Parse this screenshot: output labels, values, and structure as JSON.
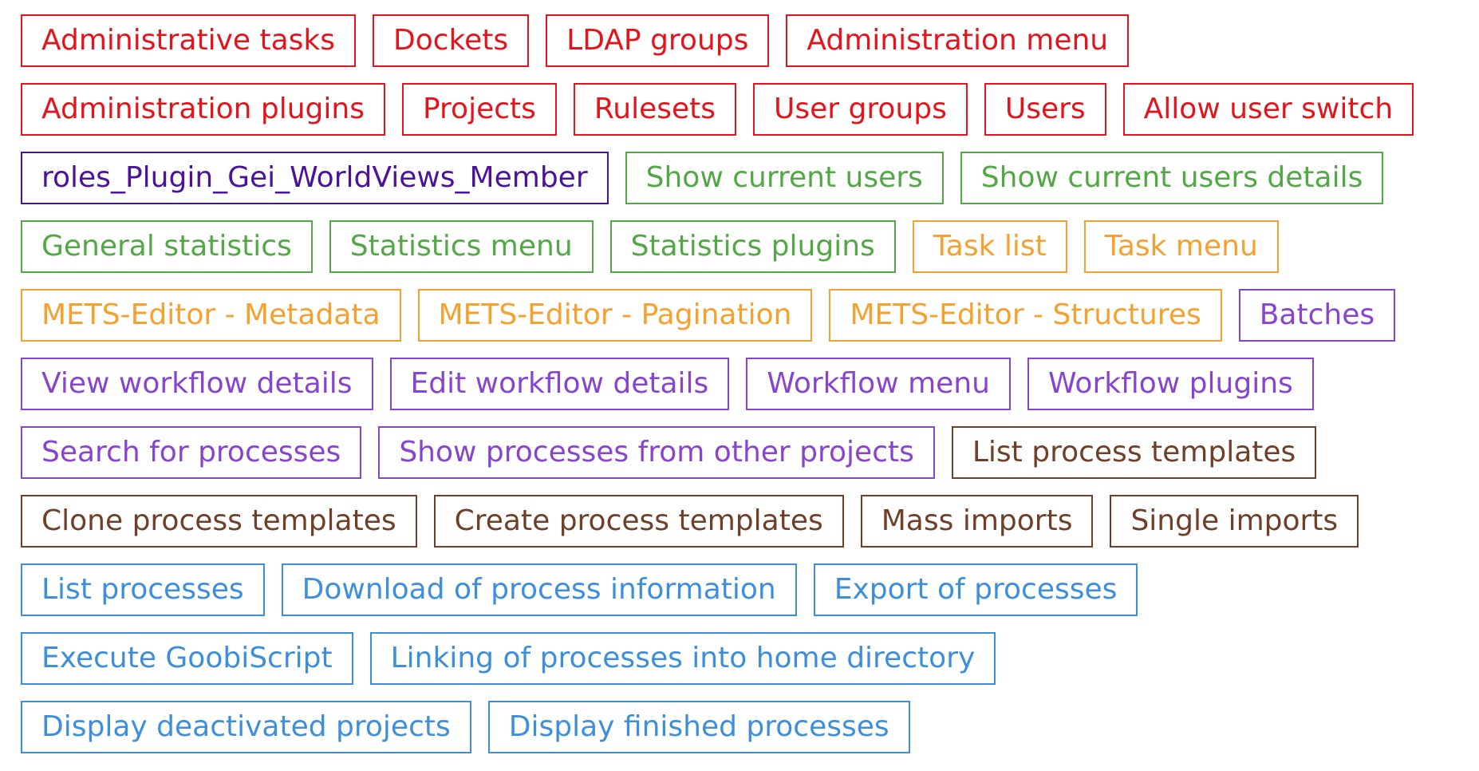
{
  "colors": {
    "admin": "#e3141b",
    "plugin_role": "#4b139b",
    "statistics": "#52a845",
    "tasks": "#f5a12f",
    "workflow": "#8745cf",
    "templates": "#6f3f27",
    "processes": "#3d8fdc"
  },
  "rows": [
    [
      "Administrative tasks",
      "Dockets",
      "LDAP groups",
      "Administration menu"
    ],
    [
      "Administration plugins",
      "Projects",
      "Rulesets",
      "User groups",
      "Users",
      "Allow user switch"
    ],
    [
      "roles_Plugin_Gei_WorldViews_Member",
      "Show current users",
      "Show current users details"
    ],
    [
      "General statistics",
      "Statistics menu",
      "Statistics plugins",
      "Task list",
      "Task menu"
    ],
    [
      "METS-Editor - Metadata",
      "METS-Editor - Pagination",
      "METS-Editor - Structures",
      "Batches"
    ],
    [
      "View workflow details",
      "Edit workflow details",
      "Workflow menu",
      "Workflow plugins"
    ],
    [
      "Search for processes",
      "Show processes from other projects",
      "List process templates"
    ],
    [
      "Clone process templates",
      "Create process templates",
      "Mass imports",
      "Single imports"
    ],
    [
      "List processes",
      "Download of process information",
      "Export of processes"
    ],
    [
      "Execute GoobiScript",
      "Linking of processes into home directory"
    ],
    [
      "Display deactivated projects",
      "Display finished processes"
    ]
  ]
}
